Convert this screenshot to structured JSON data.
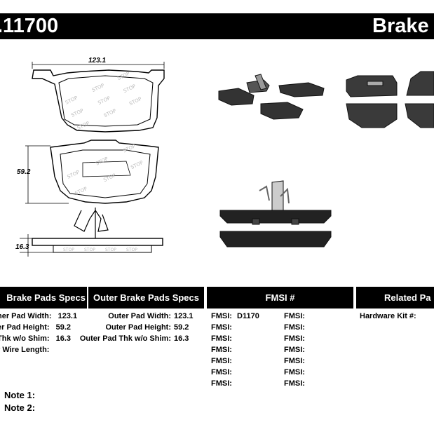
{
  "header": {
    "part_number": ".11700",
    "title": "Brake F"
  },
  "drawing": {
    "dim_width": "123.1",
    "dim_height": "59.2",
    "dim_thickness": "16.3"
  },
  "tables": {
    "inner_header": "Brake Pads Specs",
    "outer_header": "Outer Brake Pads Specs",
    "fmsi_header": "FMSI #",
    "related_header": "Related Pa",
    "inner_rows": [
      {
        "label": "ner Pad Width:",
        "value": "123.1"
      },
      {
        "label": "er Pad Height:",
        "value": "59.2"
      },
      {
        "label": "Thk w/o Shim:",
        "value": "16.3"
      },
      {
        "label": "r Wire Length:",
        "value": ""
      }
    ],
    "outer_rows": [
      {
        "label": "Outer Pad Width:",
        "value": "123.1"
      },
      {
        "label": "Outer Pad Height:",
        "value": "59.2"
      },
      {
        "label": "Outer Pad Thk w/o Shim:",
        "value": "16.3"
      }
    ],
    "fmsi_rows": [
      {
        "left_label": "FMSI:",
        "left_value": "D1170",
        "right_label": "FMSI:"
      },
      {
        "left_label": "FMSI:",
        "left_value": "",
        "right_label": "FMSI:"
      },
      {
        "left_label": "FMSI:",
        "left_value": "",
        "right_label": "FMSI:"
      },
      {
        "left_label": "FMSI:",
        "left_value": "",
        "right_label": "FMSI:"
      },
      {
        "left_label": "FMSI:",
        "left_value": "",
        "right_label": "FMSI:"
      },
      {
        "left_label": "FMSI:",
        "left_value": "",
        "right_label": "FMSI:"
      },
      {
        "left_label": "FMSI:",
        "left_value": "",
        "right_label": "FMSI:"
      }
    ],
    "related_rows": [
      {
        "label": "Hardware Kit #:"
      }
    ]
  },
  "notes": [
    {
      "label": "Note 1:"
    },
    {
      "label": "Note 2:"
    }
  ]
}
